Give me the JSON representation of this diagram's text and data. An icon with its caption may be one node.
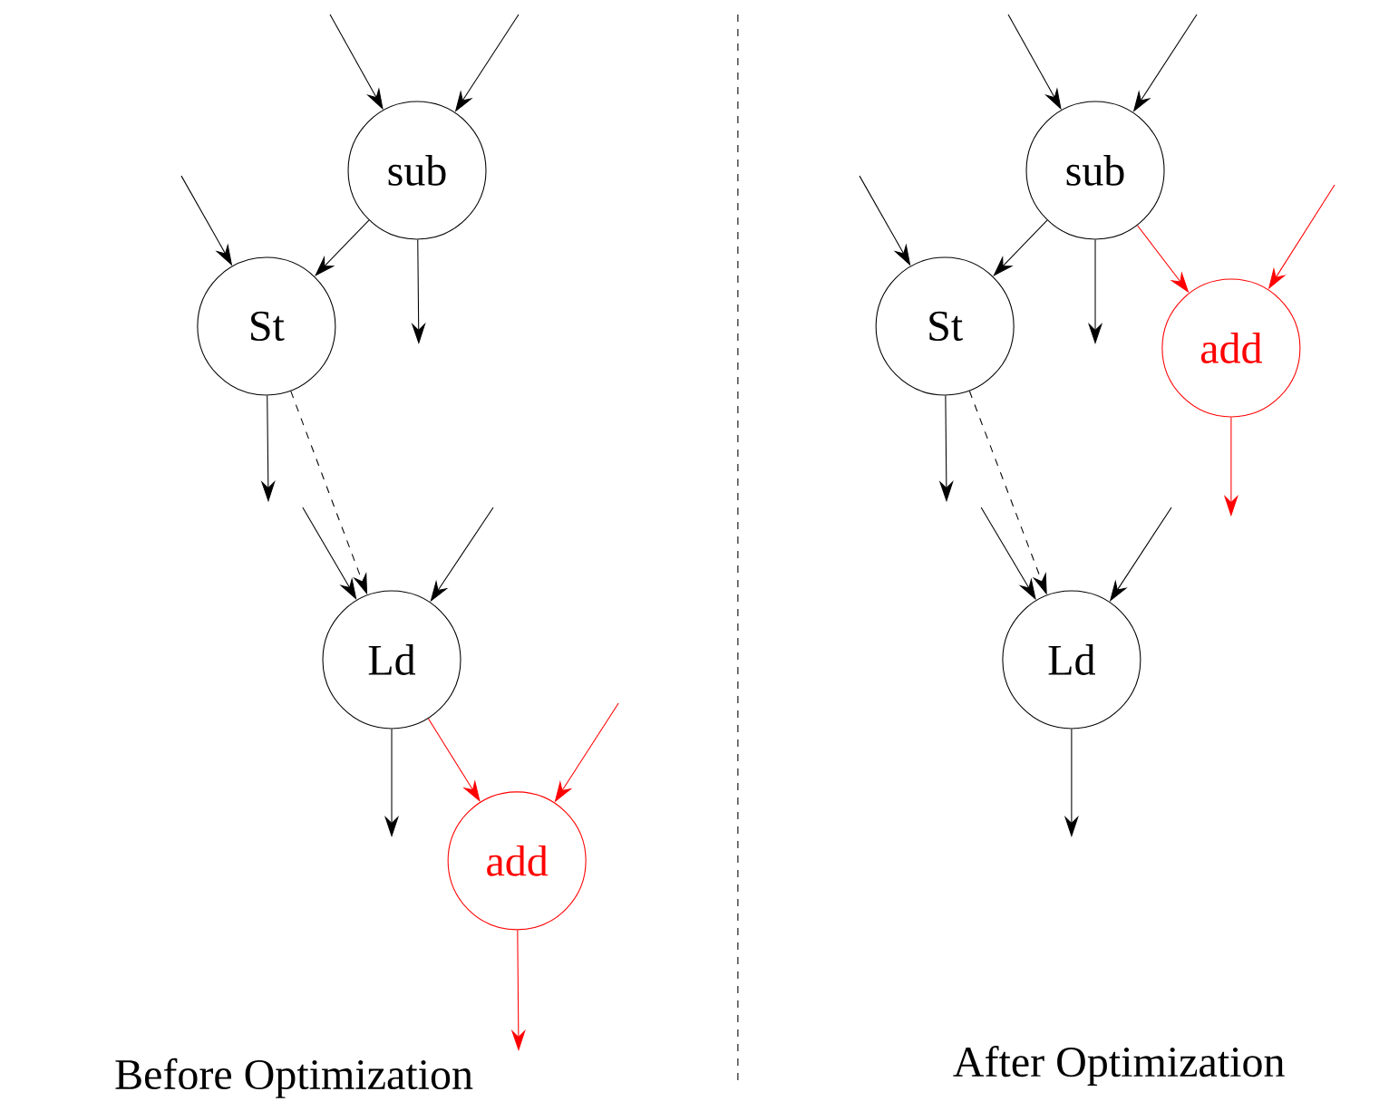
{
  "diagram": {
    "nodes": [
      {
        "text": [
          "sub"
        ]
      },
      {
        "text": [
          "St"
        ]
      },
      {
        "text": [
          "Ld"
        ]
      },
      {
        "text": [
          "add"
        ]
      },
      {
        "text": [
          "sub"
        ]
      },
      {
        "text": [
          "St"
        ]
      },
      {
        "text": [
          "add"
        ]
      },
      {
        "text": [
          "Ld"
        ]
      }
    ],
    "edges": [
      {
        "from": null,
        "to": 0,
        "arrow": "to"
      },
      {
        "from": null,
        "to": 0,
        "arrow": "to"
      },
      {
        "from": null,
        "to": 1,
        "arrow": "to"
      },
      {
        "from": 0,
        "to": 1,
        "arrow": "to"
      },
      {
        "from": 0,
        "to": null,
        "arrow": "to"
      },
      {
        "from": 1,
        "to": null,
        "arrow": "to"
      },
      {
        "from": 1,
        "to": 2,
        "arrow": "to",
        "style": "dashed"
      },
      {
        "from": null,
        "to": 2,
        "arrow": "to"
      },
      {
        "from": null,
        "to": 2,
        "arrow": "to"
      },
      {
        "from": 2,
        "to": null,
        "arrow": "to"
      },
      {
        "from": 2,
        "to": 3,
        "arrow": "to",
        "color": "#ff0000"
      },
      {
        "from": null,
        "to": 3,
        "arrow": "to",
        "color": "#ff0000"
      },
      {
        "from": 3,
        "to": null,
        "arrow": "to",
        "color": "#ff0000"
      },
      {
        "from": null,
        "to": 4,
        "arrow": "to"
      },
      {
        "from": null,
        "to": 4,
        "arrow": "to"
      },
      {
        "from": null,
        "to": 5,
        "arrow": "to"
      },
      {
        "from": 4,
        "to": 5,
        "arrow": "to"
      },
      {
        "from": 4,
        "to": null,
        "arrow": "to"
      },
      {
        "from": 4,
        "to": 6,
        "arrow": "to",
        "color": "#ff0000"
      },
      {
        "from": null,
        "to": 6,
        "arrow": "to",
        "color": "#ff0000"
      },
      {
        "from": 6,
        "to": null,
        "arrow": "to",
        "color": "#ff0000"
      },
      {
        "from": 5,
        "to": null,
        "arrow": "to"
      },
      {
        "from": 5,
        "to": 7,
        "arrow": "to",
        "style": "dashed"
      },
      {
        "from": null,
        "to": 7,
        "arrow": "to"
      },
      {
        "from": null,
        "to": 7,
        "arrow": "to"
      },
      {
        "from": 7,
        "to": null,
        "arrow": "to"
      }
    ],
    "labels": [
      "Before Optimization",
      "After Optimization"
    ]
  }
}
